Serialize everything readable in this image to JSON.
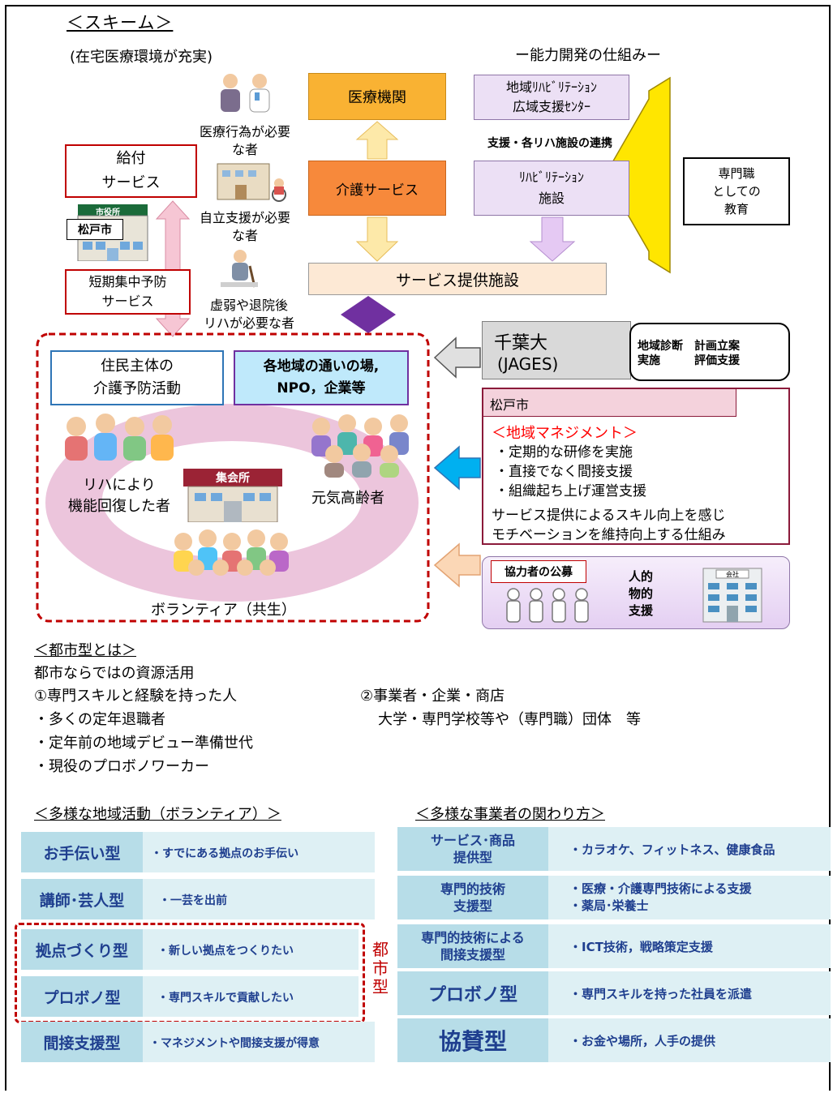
{
  "scheme": {
    "title": "＜スキーム＞",
    "subtitle_left": "(在宅医療環境が充実)",
    "subtitle_right": "ー能力開発の仕組みー"
  },
  "left_col": {
    "kyufu": [
      "給付",
      "サービス"
    ],
    "matsudo_sign": "松戸市",
    "city_hall_sign": "市役所",
    "tanki": [
      "短期集中予防",
      "サービス"
    ]
  },
  "persons": {
    "p1": [
      "医療行為が必要",
      "な者"
    ],
    "p2": [
      "自立支援が必要",
      "な者"
    ],
    "p3": [
      "虚弱や退院後",
      "リハが必要な者"
    ]
  },
  "center_col": {
    "iryo": "医療機関",
    "kaigo": "介護サービス",
    "service_facility": "サービス提供施設"
  },
  "right_col": {
    "center": [
      "地域ﾘﾊﾋﾞﾘﾃｰｼｮﾝ",
      "広域支援ｾﾝﾀｰ"
    ],
    "support_link": "支援・各リハ施設の連携",
    "rehab": [
      "ﾘﾊﾋﾞﾘﾃｰｼｮﾝ",
      "施設"
    ],
    "education": [
      "専門職",
      "としての",
      "教育"
    ]
  },
  "community": {
    "jumin": [
      "住民主体の",
      "介護予防活動"
    ],
    "kakuchiiki": [
      "各地域の通いの場,",
      "NPO，企業等"
    ],
    "rehab_recovered": [
      "リハにより",
      "機能回復した者"
    ],
    "meeting_hall": "集会所",
    "genki": "元気高齢者",
    "volunteer": "ボランティア（共生）"
  },
  "chiba": {
    "name": "千葉大",
    "jages": "(JAGES)",
    "desc_line1": "地域診断　計画立案",
    "desc_line2": "実施　　　評価支援"
  },
  "matsudo_panel": {
    "label": "松戸市",
    "heading": "＜地域マネジメント＞",
    "items": [
      "・定期的な研修を実施",
      "・直接でなく間接支援",
      "・組織起ち上げ運営支援"
    ],
    "note_line1": "サービス提供によるスキル向上を感じ",
    "note_line2": "モチベーションを維持向上する仕組み"
  },
  "recruit": {
    "label": "協力者の公募",
    "support": [
      "人的",
      "物的",
      "支援"
    ],
    "company_sign": "会社"
  },
  "urban": {
    "title": "＜都市型とは＞",
    "line1": "都市ならではの資源活用",
    "col1": [
      "①専門スキルと経験を持った人",
      "・多くの定年退職者",
      "・定年前の地域デビュー準備世代",
      "・現役のプロボノワーカー"
    ],
    "col2": [
      "②事業者・企業・商店",
      "大学・専門学校等や（専門職）団体　等"
    ]
  },
  "volunteer_types": {
    "title": "＜多様な地域活動（ボランティア）＞",
    "toshi_label": [
      "都",
      "市",
      "型"
    ],
    "rows": [
      {
        "type": "お手伝い型",
        "desc": "・すでにある拠点のお手伝い"
      },
      {
        "type": "講師･芸人型",
        "desc": "・一芸を出前"
      },
      {
        "type": "拠点づくり型",
        "desc": "・新しい拠点をつくりたい"
      },
      {
        "type": "プロボノ型",
        "desc": "・専門スキルで貢献したい"
      },
      {
        "type": "間接支援型",
        "desc": "・マネジメントや間接支援が得意"
      }
    ]
  },
  "business_types": {
    "title": "＜多様な事業者の関わり方＞",
    "rows": [
      {
        "type": [
          "サービス･商品",
          "提供型"
        ],
        "desc": [
          "・カラオケ、フィットネス、健康食品"
        ]
      },
      {
        "type": [
          "専門的技術",
          "支援型"
        ],
        "desc": [
          "・医療・介護専門技術による支援",
          "・薬局･栄養士"
        ]
      },
      {
        "type": [
          "専門的技術による",
          "間接支援型"
        ],
        "desc": [
          "・ICT技術，戦略策定支援"
        ]
      },
      {
        "type": [
          "プロボノ型"
        ],
        "desc": [
          "・専門スキルを持った社員を派遣"
        ]
      },
      {
        "type": [
          "協賛型"
        ],
        "desc": [
          "・お金や場所，人手の提供"
        ]
      }
    ]
  }
}
